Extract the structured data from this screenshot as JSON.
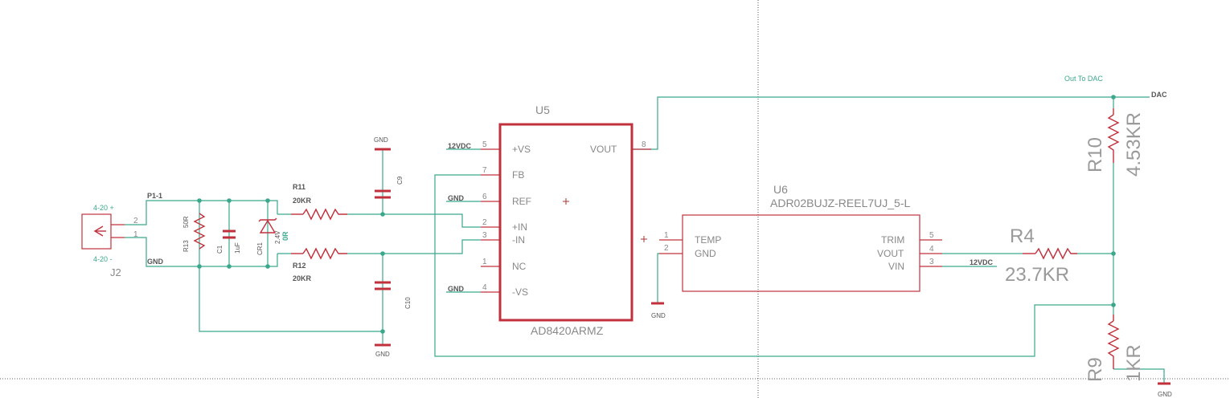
{
  "parts": {
    "u5": {
      "name": "U5",
      "value": "AD8420ARMZ",
      "pins_left": [
        {
          "num": "5",
          "name": "+VS"
        },
        {
          "num": "7",
          "name": "FB"
        },
        {
          "num": "6",
          "name": "REF"
        },
        {
          "num": "2",
          "name": "+IN"
        },
        {
          "num": "3",
          "name": "-IN"
        },
        {
          "num": "1",
          "name": "NC"
        },
        {
          "num": "4",
          "name": "-VS"
        }
      ],
      "pin_right": {
        "num": "8",
        "name": "VOUT"
      }
    },
    "u6": {
      "name": "U6",
      "value": "ADR02BUJZ-REEL7UJ_5-L",
      "pins_left": [
        {
          "num": "1",
          "name": "TEMP"
        },
        {
          "num": "2",
          "name": "GND"
        }
      ],
      "pins_right": [
        {
          "num": "5",
          "name": "TRIM"
        },
        {
          "num": "4",
          "name": "VOUT"
        },
        {
          "num": "3",
          "name": "VIN"
        }
      ]
    },
    "r4": {
      "name": "R4",
      "value": "23.7KR"
    },
    "r9": {
      "name": "R9",
      "value": "1KR"
    },
    "r10": {
      "name": "R10",
      "value": "4.53KR"
    },
    "r11": {
      "name": "R11",
      "value": "20KR"
    },
    "r12": {
      "name": "R12",
      "value": "20KR"
    },
    "r13": {
      "name": "R13",
      "value": "50R"
    },
    "c1": {
      "name": "C1",
      "value": "1uF"
    },
    "c9": {
      "name": "C9"
    },
    "c10": {
      "name": "C10"
    },
    "cr1": {
      "name": "CR1",
      "value": "2.4V"
    },
    "zero_r": {
      "value": "0R"
    },
    "j2": {
      "name": "J2",
      "pin1": "1",
      "pin2": "2",
      "top_label": "4-20 +",
      "bottom_label": "4-20 -"
    }
  },
  "nets": {
    "p1": "P1-1",
    "gnd": "GND",
    "v12": "12VDC",
    "dac": "DAC",
    "out_to_dac": "Out To DAC"
  },
  "colors": {
    "wire": "#3aa88c",
    "part": "#c0313c",
    "label": "#888888",
    "background": "#ffffff"
  }
}
